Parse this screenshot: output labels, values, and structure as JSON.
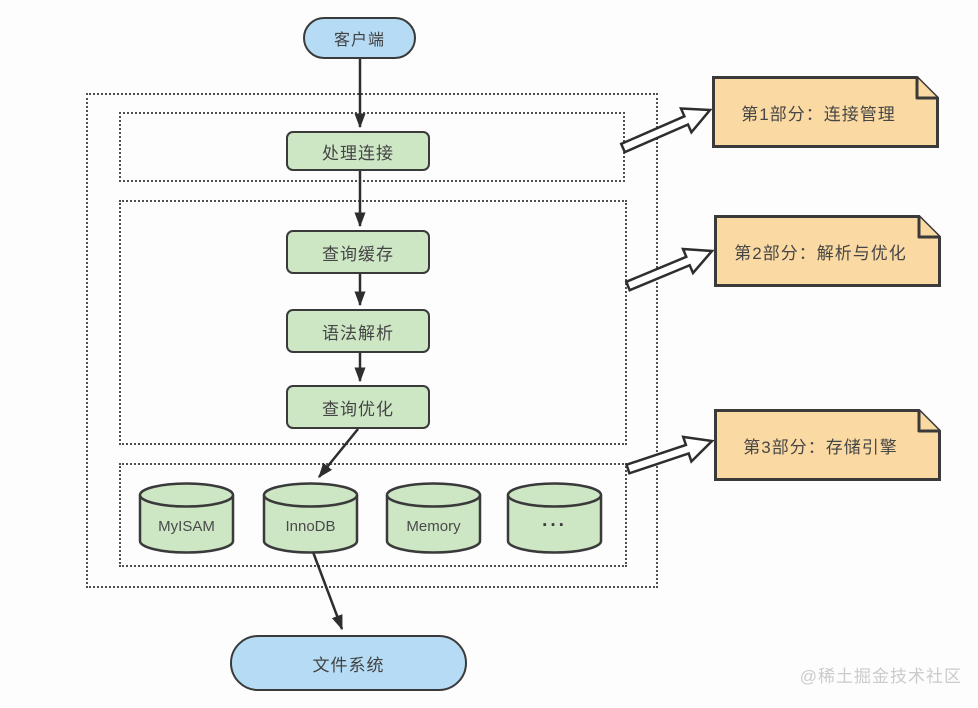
{
  "diagram": {
    "client": {
      "label": "客户端"
    },
    "stages": [
      {
        "id": "handle-connection",
        "label": "处理连接"
      },
      {
        "id": "query-cache",
        "label": "查询缓存"
      },
      {
        "id": "syntax-parse",
        "label": "语法解析"
      },
      {
        "id": "query-optimize",
        "label": "查询优化"
      }
    ],
    "engines": [
      {
        "label": "MyISAM"
      },
      {
        "label": "InnoDB"
      },
      {
        "label": "Memory"
      },
      {
        "label": "..."
      }
    ],
    "file_system": {
      "label": "文件系统"
    },
    "notes": [
      {
        "label": "第1部分：连接管理"
      },
      {
        "label": "第2部分：解析与优化"
      },
      {
        "label": "第3部分：存储引擎"
      }
    ],
    "colors": {
      "node_blue": "#b5dcf4",
      "process_green": "#cde7c5",
      "note_orange": "#fbd9a2",
      "stroke_dark": "#3a3a3a",
      "dotted_border": "#4e4e4e",
      "watermark_gray": "#cbcbcb"
    }
  },
  "watermark": "@稀土掘金技术社区"
}
